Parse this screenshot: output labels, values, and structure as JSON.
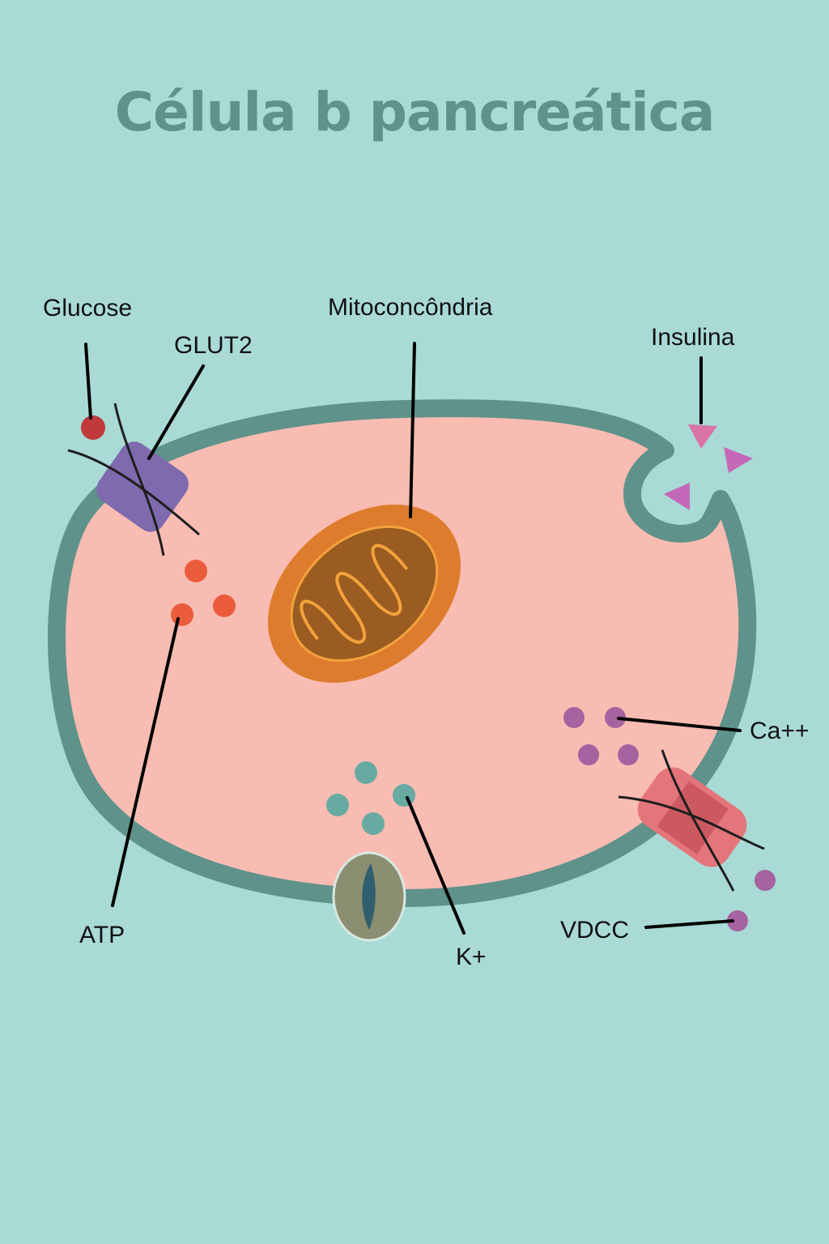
{
  "title": "Célula b pancreática",
  "labels": {
    "glucose": "Glucose",
    "glut2": "GLUT2",
    "mitochondria": "Mitoconcôndria",
    "insulin": "Insulina",
    "atp": "ATP",
    "potassium": "K+",
    "calcium": "Ca++",
    "vdcc": "VDCC"
  },
  "colors": {
    "background": "#a9dad6",
    "membrane": "#5f928b",
    "cytoplasm": "#f9bcb2",
    "glut2": "#7f6aae",
    "glucose": "#c0393b",
    "atp": "#ea5c3c",
    "mitochondria_outer": "#de7c2e",
    "mitochondria_inner": "#9a5c20",
    "potassium": "#67aaa2",
    "katp_channel": "#8c8e72",
    "calcium": "#a563a0",
    "vdcc": "#e4757a",
    "insulin": "#c568b8"
  }
}
